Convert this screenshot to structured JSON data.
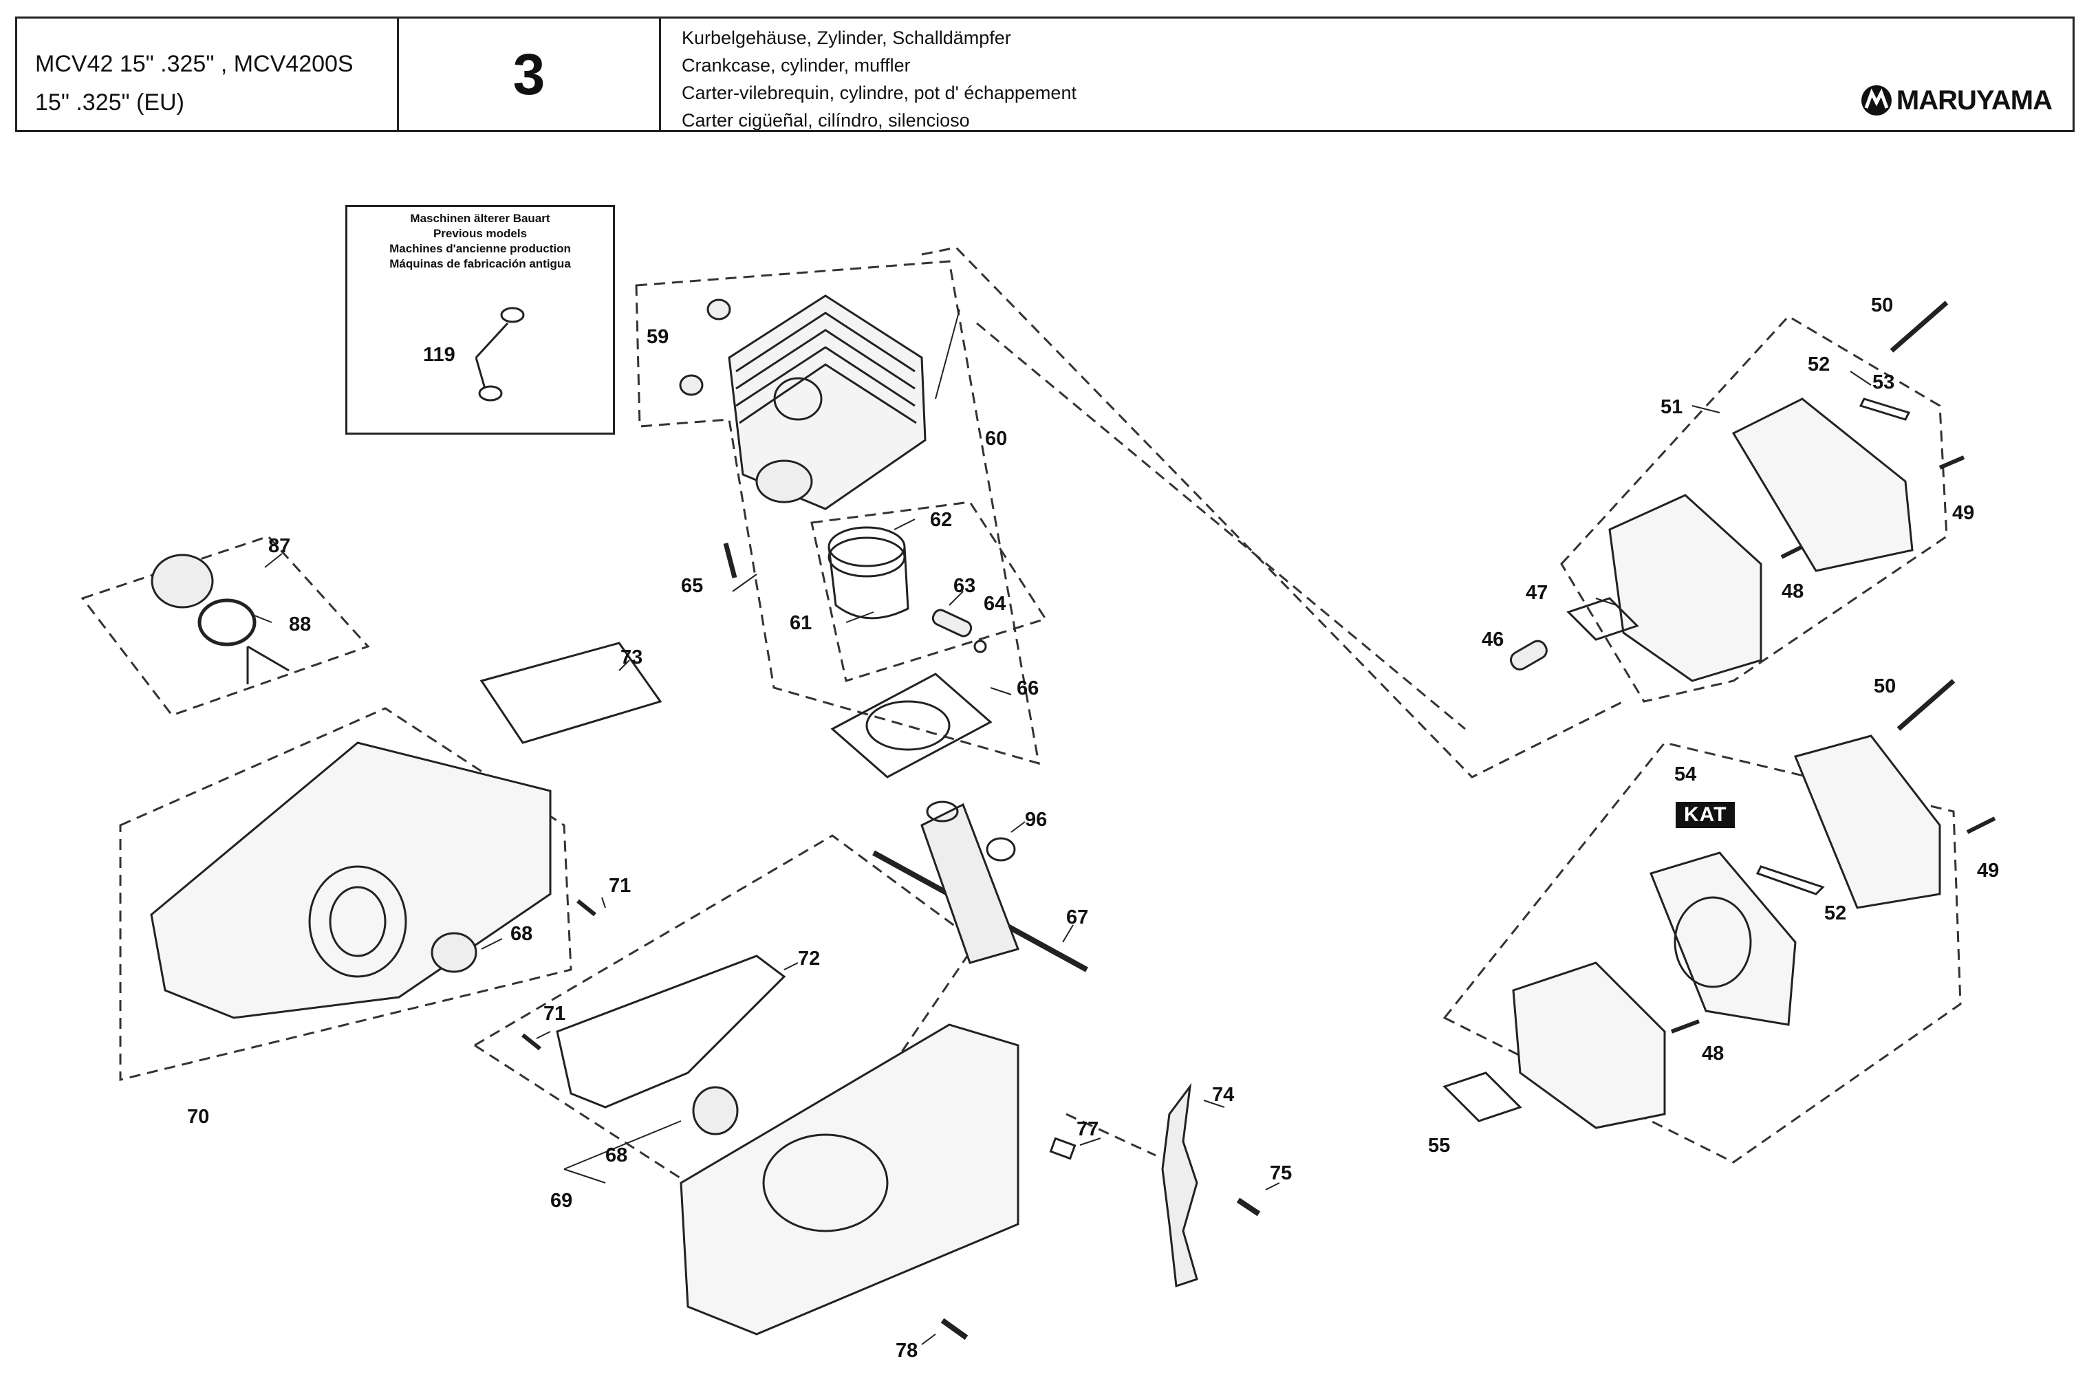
{
  "header": {
    "model_line1": "MCV42 15\" .325\" , MCV4200S",
    "model_line2": "15\" .325\" (EU)",
    "page_number": "3",
    "titles": [
      "Kurbelgehäuse, Zylinder, Schalldämpfer",
      "Crankcase, cylinder, muffler",
      "Carter-vilebrequin, cylindre, pot d' échappement",
      "Carter cigüeñal, cilíndro, silencioso"
    ],
    "brand": "MARUYAMA"
  },
  "inset": {
    "lines": [
      "Maschinen älterer Bauart",
      "Previous models",
      "Machines d'ancienne production",
      "Máquinas de fabricación antigua"
    ]
  },
  "badge": "KAT",
  "part_labels": [
    {
      "id": "p119",
      "text": "119"
    },
    {
      "id": "p59",
      "text": "59"
    },
    {
      "id": "p60",
      "text": "60"
    },
    {
      "id": "p62",
      "text": "62"
    },
    {
      "id": "p63",
      "text": "63"
    },
    {
      "id": "p64",
      "text": "64"
    },
    {
      "id": "p61",
      "text": "61"
    },
    {
      "id": "p65",
      "text": "65"
    },
    {
      "id": "p66",
      "text": "66"
    },
    {
      "id": "p96",
      "text": "96"
    },
    {
      "id": "p67",
      "text": "67"
    },
    {
      "id": "p87",
      "text": "87"
    },
    {
      "id": "p88",
      "text": "88"
    },
    {
      "id": "p73",
      "text": "73"
    },
    {
      "id": "p71a",
      "text": "71"
    },
    {
      "id": "p68a",
      "text": "68"
    },
    {
      "id": "p72",
      "text": "72"
    },
    {
      "id": "p71b",
      "text": "71"
    },
    {
      "id": "p70",
      "text": "70"
    },
    {
      "id": "p68b",
      "text": "68"
    },
    {
      "id": "p69",
      "text": "69"
    },
    {
      "id": "p77",
      "text": "77"
    },
    {
      "id": "p74",
      "text": "74"
    },
    {
      "id": "p75",
      "text": "75"
    },
    {
      "id": "p78",
      "text": "78"
    },
    {
      "id": "p50a",
      "text": "50"
    },
    {
      "id": "p52a",
      "text": "52"
    },
    {
      "id": "p53",
      "text": "53"
    },
    {
      "id": "p51",
      "text": "51"
    },
    {
      "id": "p49a",
      "text": "49"
    },
    {
      "id": "p48a",
      "text": "48"
    },
    {
      "id": "p47",
      "text": "47"
    },
    {
      "id": "p46",
      "text": "46"
    },
    {
      "id": "p50b",
      "text": "50"
    },
    {
      "id": "p54",
      "text": "54"
    },
    {
      "id": "p49b",
      "text": "49"
    },
    {
      "id": "p52b",
      "text": "52"
    },
    {
      "id": "p48b",
      "text": "48"
    },
    {
      "id": "p55",
      "text": "55"
    }
  ]
}
